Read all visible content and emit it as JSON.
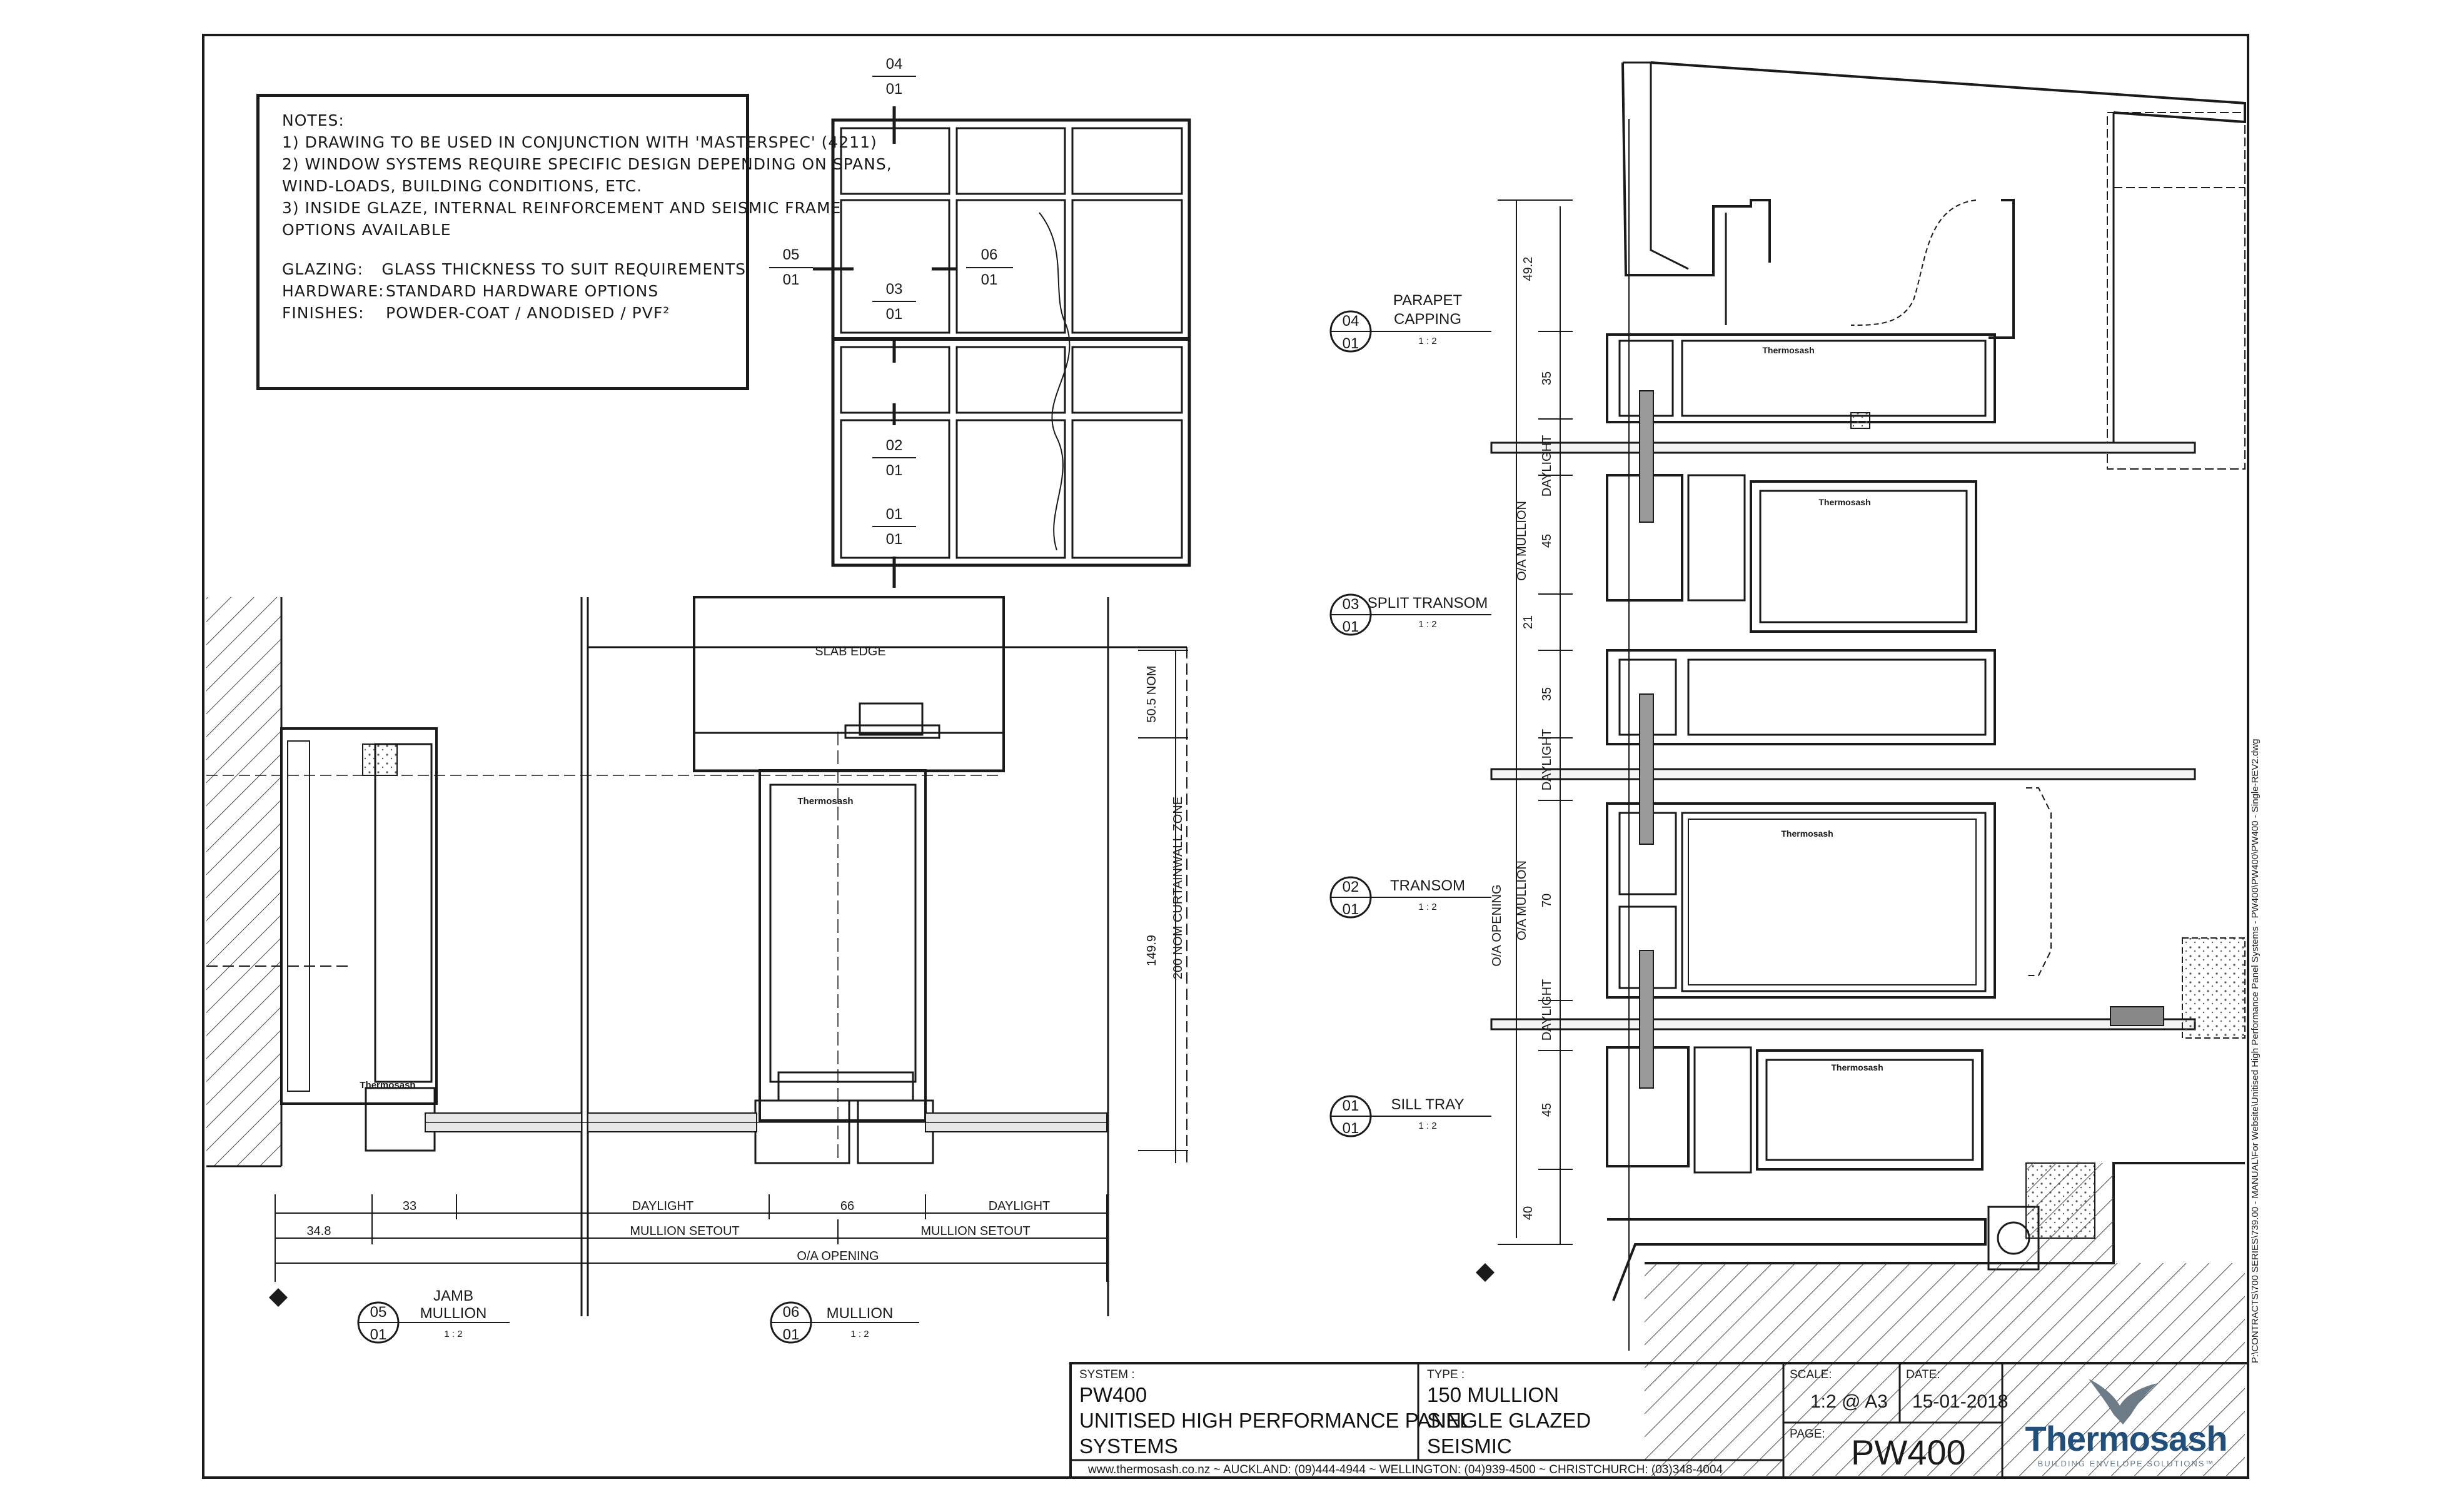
{
  "notes": {
    "title": "NOTES:",
    "lines": [
      "1) DRAWING TO BE USED IN CONJUNCTION WITH 'MASTERSPEC' (4211)",
      "2) WINDOW SYSTEMS REQUIRE SPECIFIC DESIGN DEPENDING ON SPANS,",
      "WIND-LOADS, BUILDING CONDITIONS, ETC.",
      "3) INSIDE GLAZE, INTERNAL REINFORCEMENT AND SEISMIC FRAME",
      "OPTIONS AVAILABLE"
    ],
    "specs": [
      {
        "key": "GLAZING:",
        "value": "GLASS THICKNESS TO SUIT REQUIREMENTS"
      },
      {
        "key": "HARDWARE:",
        "value": "STANDARD HARDWARE OPTIONS"
      },
      {
        "key": "FINISHES:",
        "value": "POWDER-COAT / ANODISED / PVF²"
      }
    ]
  },
  "elevation_refs": {
    "top": {
      "num": "04",
      "sheet": "01"
    },
    "left": {
      "num": "05",
      "sheet": "01"
    },
    "right": {
      "num": "06",
      "sheet": "01"
    },
    "mid": {
      "num": "03",
      "sheet": "01"
    },
    "low": {
      "num": "02",
      "sheet": "01"
    },
    "bottom": {
      "num": "01",
      "sheet": "01"
    }
  },
  "plan": {
    "slab_edge": "SLAB EDGE",
    "brand": "Thermosash",
    "product": "PW400",
    "dims": {
      "d_505": "50.5 NOM",
      "d_200": "200 NOM CURTAINWALL ZONE",
      "d_1499": "149.9",
      "d_33": "33",
      "d_348": "34.8",
      "daylight": "DAYLIGHT",
      "d_66": "66",
      "mullion_setout": "MULLION SETOUT",
      "oa_opening": "O/A OPENING"
    },
    "callouts": [
      {
        "num": "05",
        "sheet": "01",
        "title1": "JAMB",
        "title2": "MULLION",
        "scale": "1 : 2"
      },
      {
        "num": "06",
        "sheet": "01",
        "title1": "",
        "title2": "MULLION",
        "scale": "1 : 2"
      }
    ]
  },
  "section": {
    "callouts": [
      {
        "num": "04",
        "sheet": "01",
        "title1": "PARAPET",
        "title2": "CAPPING",
        "scale": "1 : 2"
      },
      {
        "num": "03",
        "sheet": "01",
        "title1": "",
        "title2": "SPLIT TRANSOM",
        "scale": "1 : 2"
      },
      {
        "num": "02",
        "sheet": "01",
        "title1": "",
        "title2": "TRANSOM",
        "scale": "1 : 2"
      },
      {
        "num": "01",
        "sheet": "01",
        "title1": "",
        "title2": "SILL TRAY",
        "scale": "1 : 2"
      }
    ],
    "dims": {
      "d_492": "49.2",
      "d_35a": "35",
      "d_45a": "45",
      "d_21": "21",
      "d_35b": "35",
      "d_70": "70",
      "d_45b": "45",
      "d_40": "40",
      "daylight": "DAYLIGHT",
      "oa_mullion": "O/A MULLION",
      "oa_opening": "O/A OPENING"
    }
  },
  "title_block": {
    "system_label": "SYSTEM :",
    "system_lines": [
      "PW400",
      "UNITISED HIGH PERFORMANCE PANEL",
      "SYSTEMS"
    ],
    "type_label": "TYPE :",
    "type_lines": [
      "150 MULLION",
      "SINGLE GLAZED",
      "SEISMIC"
    ],
    "scale_label": "SCALE:",
    "scale_value": "1:2 @ A3",
    "date_label": "DATE:",
    "date_value": "15-01-2018",
    "page_label": "PAGE:",
    "page_value": "PW400",
    "contact": "www.thermosash.co.nz ~ AUCKLAND: (09)444-4944 ~ WELLINGTON: (04)939-4500 ~ CHRISTCHURCH: (03)348-4004",
    "logo_name": "Thermosash",
    "logo_tagline": "BUILDING ENVELOPE SOLUTIONS™",
    "logo_color": "#1f4f7a"
  },
  "file_path": "P:\\CONTRACTS\\700 SERIES\\739.00 - MANUAL\\For Website\\Unitised High Performance Panel Systems - PW400\\PW400\\PW400 - Single-REV2.dwg"
}
